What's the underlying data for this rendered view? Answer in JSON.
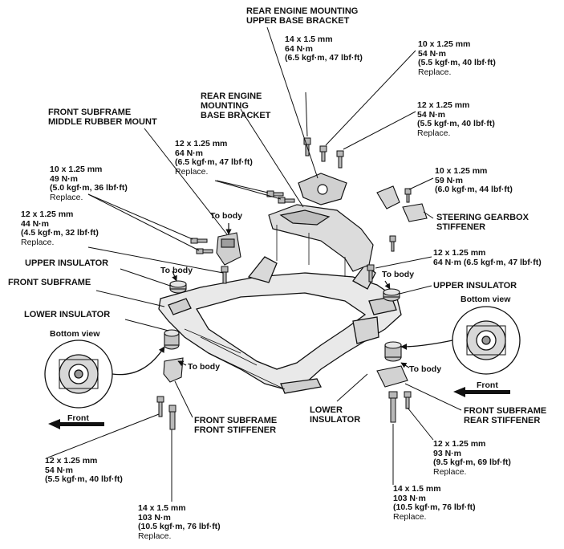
{
  "parts": {
    "rear_engine_upper": [
      "REAR ENGINE MOUNTING",
      "UPPER BASE BRACKET"
    ],
    "rear_engine_base": [
      "REAR ENGINE",
      "MOUNTING",
      "BASE BRACKET"
    ],
    "front_subframe_middle": [
      "FRONT SUBFRAME",
      "MIDDLE RUBBER MOUNT"
    ],
    "upper_insulator_left": "UPPER INSULATOR",
    "front_subframe": "FRONT SUBFRAME",
    "lower_insulator_left": "LOWER INSULATOR",
    "steering_gearbox": [
      "STEERING GEARBOX",
      "STIFFENER"
    ],
    "upper_insulator_right": "UPPER INSULATOR",
    "lower_insulator_right": [
      "LOWER",
      "INSULATOR"
    ],
    "front_subframe_front_stiffener": [
      "FRONT SUBFRAME",
      "FRONT STIFFENER"
    ],
    "front_subframe_rear_stiffener": [
      "FRONT SUBFRAME",
      "REAR STIFFENER"
    ]
  },
  "to_body": [
    "To body",
    "To body",
    "To body",
    "To body",
    "To body"
  ],
  "bottom_view": [
    "Bottom view",
    "Bottom view"
  ],
  "front": [
    "Front",
    "Front"
  ],
  "specs": {
    "s1": {
      "size": "14 x 1.5 mm",
      "torque": "64 N·m",
      "alt": "(6.5 kgf·m, 47 lbf·ft)"
    },
    "s2": {
      "size": "10 x 1.25 mm",
      "torque": "54 N·m",
      "alt": "(5.5 kgf·m, 40 lbf·ft)",
      "note": "Replace."
    },
    "s3": {
      "size": "12 x 1.25 mm",
      "torque": "54 N·m",
      "alt": "(5.5 kgf·m, 40 lbf·ft)",
      "note": "Replace."
    },
    "s4": {
      "size": "12 x 1.25 mm",
      "torque": "64 N·m",
      "alt": "(6.5 kgf·m, 47 lbf·ft)",
      "note": "Replace."
    },
    "s5": {
      "size": "10 x 1.25 mm",
      "torque": "49 N·m",
      "alt": "(5.0 kgf·m, 36 lbf·ft)",
      "note": "Replace."
    },
    "s6": {
      "size": "10 x 1.25 mm",
      "torque": "59 N·m",
      "alt": "(6.0 kgf·m, 44 lbf·ft)"
    },
    "s7": {
      "size": "12 x 1.25 mm",
      "torque": "44 N·m",
      "alt": "(4.5 kgf·m, 32 lbf·ft)",
      "note": "Replace."
    },
    "s8": {
      "size": "12 x 1.25 mm",
      "torque": "64 N·m (6.5 kgf·m, 47 lbf·ft)"
    },
    "s9": {
      "size": "12 x 1.25 mm",
      "torque": "54 N·m",
      "alt": "(5.5 kgf·m, 40 lbf·ft)"
    },
    "s10": {
      "size": "12 x 1.25 mm",
      "torque": "93 N·m",
      "alt": "(9.5 kgf·m, 69 lbf·ft)",
      "note": "Replace."
    },
    "s11": {
      "size": "14 x 1.5 mm",
      "torque": "103 N·m",
      "alt": "(10.5 kgf·m, 76 lbf·ft)",
      "note": "Replace."
    },
    "s12": {
      "size": "14 x 1.5 mm",
      "torque": "103 N·m",
      "alt": "(10.5 kgf·m, 76 lbf·ft)",
      "note": "Replace."
    }
  }
}
